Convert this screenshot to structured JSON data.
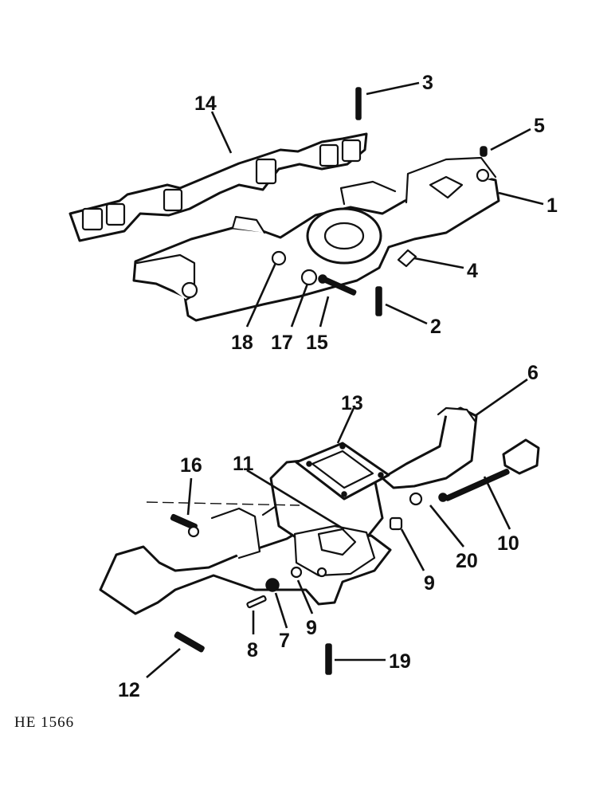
{
  "figure_code": "HE 1566",
  "callouts": {
    "c1": "1",
    "c2": "2",
    "c3": "3",
    "c4": "4",
    "c5": "5",
    "c6": "6",
    "c7": "7",
    "c8": "8",
    "c9a": "9",
    "c9b": "9",
    "c10": "10",
    "c11": "11",
    "c12": "12",
    "c13": "13",
    "c14": "14",
    "c15": "15",
    "c16": "16",
    "c17": "17",
    "c18": "18",
    "c19": "19",
    "c20": "20"
  }
}
